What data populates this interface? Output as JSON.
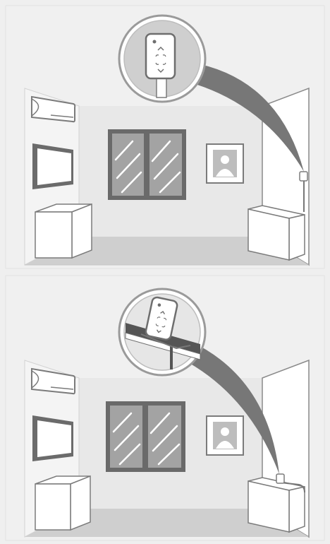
{
  "panels": [
    {
      "id": "wall-mount",
      "sensor_placement": "wall"
    },
    {
      "id": "cabinet-mount",
      "sensor_placement": "on-cabinet"
    }
  ],
  "colors": {
    "background": "#efefef",
    "back_wall": "#e7e7e7",
    "floor": "#cfcfcf",
    "outline": "#7b7b7b",
    "window_frame": "#6a6a6a",
    "glass": "#a3a3a3",
    "cable": "#777777",
    "white": "#ffffff"
  },
  "icons": [
    "air-conditioner-icon",
    "tv-icon",
    "window-icon",
    "picture-frame-icon",
    "cabinet-icon",
    "sensor-device-icon",
    "magnifier-icon",
    "cable-icon"
  ]
}
